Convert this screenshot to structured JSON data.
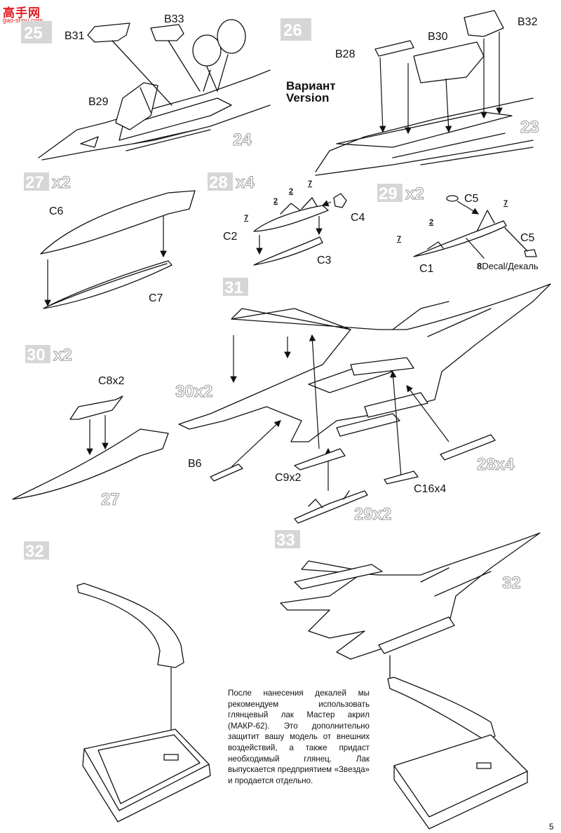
{
  "watermark": {
    "brand": "高手网",
    "site": "gao-shou.com"
  },
  "steps": {
    "s25": "25",
    "s26": "26",
    "s27": "27",
    "s27_mult": "x2",
    "s28": "28",
    "s28_mult": "x4",
    "s29": "29",
    "s29_mult": "x2",
    "s30": "30",
    "s30_mult": "x2",
    "s31": "31",
    "s32": "32",
    "s33": "33"
  },
  "refs": {
    "r24": "24",
    "r23": "23",
    "r27": "27",
    "r30x2": "30x2",
    "r28x4": "28x4",
    "r29x2": "29x2",
    "r32": "32"
  },
  "parts": {
    "B31": "B31",
    "B33": "B33",
    "B29": "B29",
    "B28": "B28",
    "B30": "B30",
    "B32": "B32",
    "C6": "C6",
    "C7": "C7",
    "C2": "C2",
    "C3": "C3",
    "C4": "C4",
    "C1": "C1",
    "C5a": "C5",
    "C5b": "C5",
    "C8": "C8x2",
    "B6": "B6",
    "C9": "C9x2",
    "C16": "C16x4"
  },
  "variant": {
    "ru": "Вариант",
    "en": "Version"
  },
  "paint_codes": {
    "p2a": "2",
    "p2b": "2",
    "p7a": "7",
    "p7b": "7",
    "p7c": "7",
    "p7d": "7",
    "p2c": "2"
  },
  "decal_note": {
    "num": "8",
    "text": "Decal/Декаль"
  },
  "note": "После нанесения декалей мы рекомендуем использовать глянцевый лак Мастер акрил (МАКР-62). Это дополнительно защитит вашу модель от внешних воздействий, а также придаст необходимый глянец. Лак выпускается предприятием «Звезда» и продается отдельно.",
  "page_number": "5"
}
